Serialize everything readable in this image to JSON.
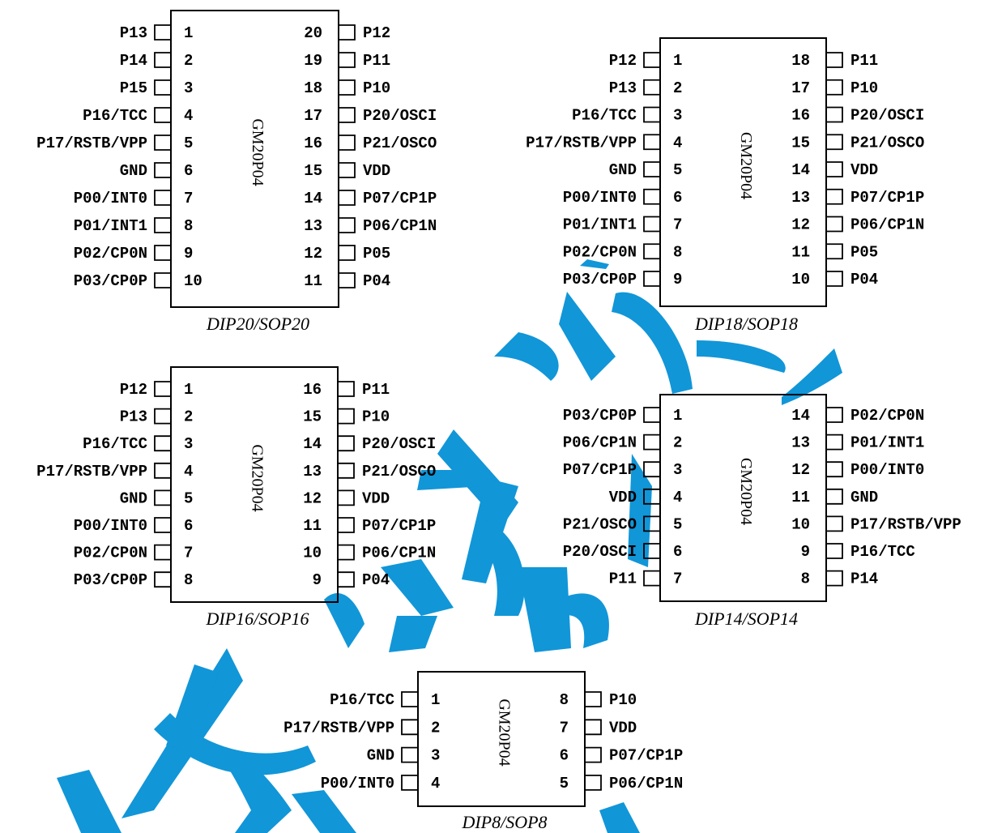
{
  "colors": {
    "outline": "#000000",
    "text": "#000000",
    "watermark": "#1196d8",
    "background": "#ffffff"
  },
  "watermark": {
    "icon": "calligraphy-watermark"
  },
  "packages": [
    {
      "id": "dip20",
      "chip_label": "GM20P04",
      "package_label": "DIP20/SOP20",
      "left_pins": [
        {
          "num": "1",
          "name": "P13"
        },
        {
          "num": "2",
          "name": "P14"
        },
        {
          "num": "3",
          "name": "P15"
        },
        {
          "num": "4",
          "name": "P16/TCC"
        },
        {
          "num": "5",
          "name": "P17/RSTB/VPP"
        },
        {
          "num": "6",
          "name": "GND"
        },
        {
          "num": "7",
          "name": "P00/INT0"
        },
        {
          "num": "8",
          "name": "P01/INT1"
        },
        {
          "num": "9",
          "name": "P02/CP0N"
        },
        {
          "num": "10",
          "name": "P03/CP0P"
        }
      ],
      "right_pins": [
        {
          "num": "20",
          "name": "P12"
        },
        {
          "num": "19",
          "name": "P11"
        },
        {
          "num": "18",
          "name": "P10"
        },
        {
          "num": "17",
          "name": "P20/OSCI"
        },
        {
          "num": "16",
          "name": "P21/OSCO"
        },
        {
          "num": "15",
          "name": "VDD"
        },
        {
          "num": "14",
          "name": "P07/CP1P"
        },
        {
          "num": "13",
          "name": "P06/CP1N"
        },
        {
          "num": "12",
          "name": "P05"
        },
        {
          "num": "11",
          "name": "P04"
        }
      ]
    },
    {
      "id": "dip18",
      "chip_label": "GM20P04",
      "package_label": "DIP18/SOP18",
      "left_pins": [
        {
          "num": "1",
          "name": "P12"
        },
        {
          "num": "2",
          "name": "P13"
        },
        {
          "num": "3",
          "name": "P16/TCC"
        },
        {
          "num": "4",
          "name": "P17/RSTB/VPP"
        },
        {
          "num": "5",
          "name": "GND"
        },
        {
          "num": "6",
          "name": "P00/INT0"
        },
        {
          "num": "7",
          "name": "P01/INT1"
        },
        {
          "num": "8",
          "name": "P02/CP0N"
        },
        {
          "num": "9",
          "name": "P03/CP0P"
        }
      ],
      "right_pins": [
        {
          "num": "18",
          "name": "P11"
        },
        {
          "num": "17",
          "name": "P10"
        },
        {
          "num": "16",
          "name": "P20/OSCI"
        },
        {
          "num": "15",
          "name": "P21/OSCO"
        },
        {
          "num": "14",
          "name": "VDD"
        },
        {
          "num": "13",
          "name": "P07/CP1P"
        },
        {
          "num": "12",
          "name": "P06/CP1N"
        },
        {
          "num": "11",
          "name": "P05"
        },
        {
          "num": "10",
          "name": "P04"
        }
      ]
    },
    {
      "id": "dip16",
      "chip_label": "GM20P04",
      "package_label": "DIP16/SOP16",
      "left_pins": [
        {
          "num": "1",
          "name": "P12"
        },
        {
          "num": "2",
          "name": "P13"
        },
        {
          "num": "3",
          "name": "P16/TCC"
        },
        {
          "num": "4",
          "name": "P17/RSTB/VPP"
        },
        {
          "num": "5",
          "name": "GND"
        },
        {
          "num": "6",
          "name": "P00/INT0"
        },
        {
          "num": "7",
          "name": "P02/CP0N"
        },
        {
          "num": "8",
          "name": "P03/CP0P"
        }
      ],
      "right_pins": [
        {
          "num": "16",
          "name": "P11"
        },
        {
          "num": "15",
          "name": "P10"
        },
        {
          "num": "14",
          "name": "P20/OSCI"
        },
        {
          "num": "13",
          "name": "P21/OSCO"
        },
        {
          "num": "12",
          "name": "VDD"
        },
        {
          "num": "11",
          "name": "P07/CP1P"
        },
        {
          "num": "10",
          "name": "P06/CP1N"
        },
        {
          "num": "9",
          "name": "P04"
        }
      ]
    },
    {
      "id": "dip14",
      "chip_label": "GM20P04",
      "package_label": "DIP14/SOP14",
      "left_pins": [
        {
          "num": "1",
          "name": "P03/CP0P"
        },
        {
          "num": "2",
          "name": "P06/CP1N"
        },
        {
          "num": "3",
          "name": "P07/CP1P"
        },
        {
          "num": "4",
          "name": "VDD"
        },
        {
          "num": "5",
          "name": "P21/OSCO"
        },
        {
          "num": "6",
          "name": "P20/OSCI"
        },
        {
          "num": "7",
          "name": "P11"
        }
      ],
      "right_pins": [
        {
          "num": "14",
          "name": "P02/CP0N"
        },
        {
          "num": "13",
          "name": "P01/INT1"
        },
        {
          "num": "12",
          "name": "P00/INT0"
        },
        {
          "num": "11",
          "name": "GND"
        },
        {
          "num": "10",
          "name": "P17/RSTB/VPP"
        },
        {
          "num": "9",
          "name": "P16/TCC"
        },
        {
          "num": "8",
          "name": "P14"
        }
      ]
    },
    {
      "id": "dip8",
      "chip_label": "GM20P04",
      "package_label": "DIP8/SOP8",
      "left_pins": [
        {
          "num": "1",
          "name": "P16/TCC"
        },
        {
          "num": "2",
          "name": "P17/RSTB/VPP"
        },
        {
          "num": "3",
          "name": "GND"
        },
        {
          "num": "4",
          "name": "P00/INT0"
        }
      ],
      "right_pins": [
        {
          "num": "8",
          "name": "P10"
        },
        {
          "num": "7",
          "name": "VDD"
        },
        {
          "num": "6",
          "name": "P07/CP1P"
        },
        {
          "num": "5",
          "name": "P06/CP1N"
        }
      ]
    }
  ]
}
